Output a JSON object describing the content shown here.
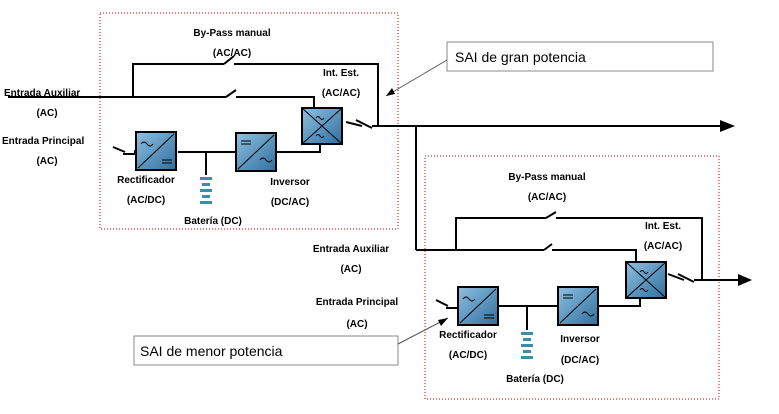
{
  "colors": {
    "block_fill": "#4a8ab8",
    "battery": "#3a8fa8",
    "frame": "#cc0000",
    "line": "#000000"
  },
  "large_ups": {
    "bypass_title": "By-Pass manual",
    "bypass_type": "(AC/AC)",
    "aux_input": "Entrada Auxiliar",
    "aux_input_type": "(AC)",
    "main_input": "Entrada Principal",
    "main_input_type": "(AC)",
    "rectifier": "Rectificador",
    "rectifier_type": "(AC/DC)",
    "battery": "Batería (DC)",
    "inverter": "Inversor",
    "inverter_type": "(DC/AC)",
    "static_switch": "Int. Est.",
    "static_switch_type": "(AC/AC)",
    "callout": "SAI de gran potencia"
  },
  "small_ups": {
    "bypass_title": "By-Pass manual",
    "bypass_type": "(AC/AC)",
    "aux_input": "Entrada Auxiliar",
    "aux_input_type": "(AC)",
    "main_input": "Entrada Principal",
    "main_input_type": "(AC)",
    "rectifier": "Rectificador",
    "rectifier_type": "(AC/DC)",
    "battery": "Batería (DC)",
    "inverter": "Inversor",
    "inverter_type": "(DC/AC)",
    "static_switch": "Int. Est.",
    "static_switch_type": "(AC/AC)",
    "callout": "SAI de menor potencia"
  }
}
